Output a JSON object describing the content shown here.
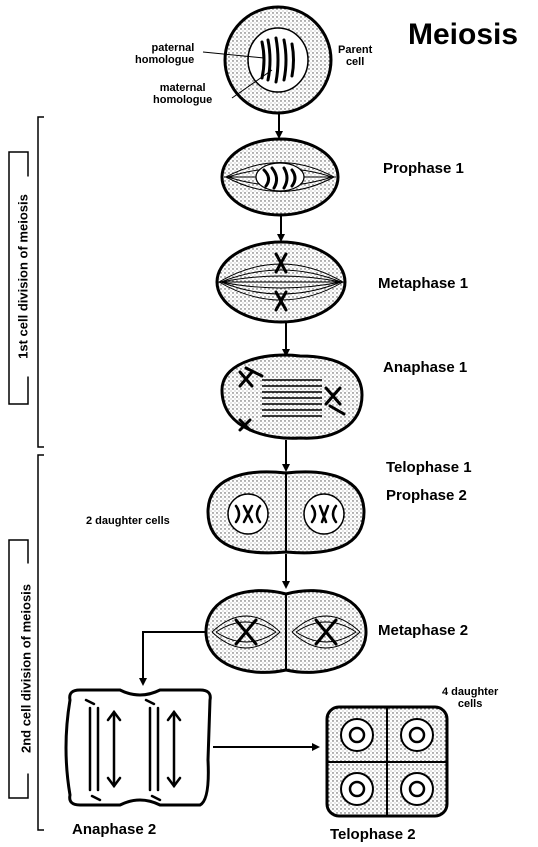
{
  "title": "Meiosis",
  "parent": {
    "label_line1": "Parent",
    "label_line2": "cell",
    "paternal_line1": "paternal",
    "paternal_line2": "homologue",
    "maternal_line1": "maternal",
    "maternal_line2": "homologue"
  },
  "stages": {
    "prophase1": "Prophase 1",
    "metaphase1": "Metaphase 1",
    "anaphase1": "Anaphase 1",
    "telophase1": "Telophase 1",
    "prophase2": "Prophase 2",
    "metaphase2": "Metaphase 2",
    "anaphase2": "Anaphase 2",
    "telophase2": "Telophase 2"
  },
  "annotations": {
    "two_daughters": "2 daughter cells",
    "four_daughters_line1": "4 daughter",
    "four_daughters_line2": "cells"
  },
  "divisions": {
    "first": "1st cell division of meiosis",
    "second": "2nd cell division of meiosis"
  }
}
